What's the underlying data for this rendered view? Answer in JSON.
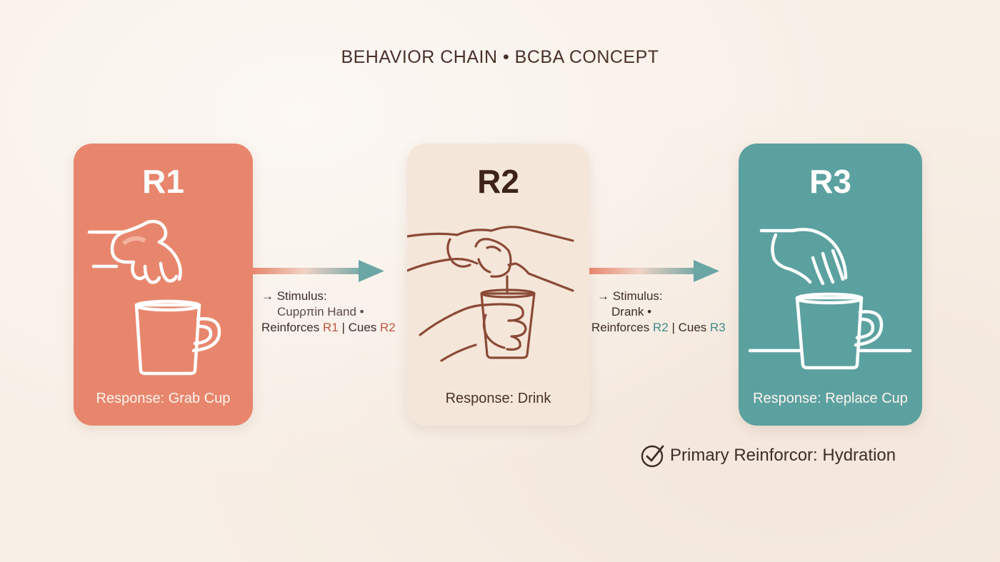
{
  "title": "BEHAVIOR CHAIN • BCBA CONCEPT",
  "cards": [
    {
      "label": "R1",
      "response": "Response: Grab Cup",
      "color": "#e8866d",
      "icon": "hand-grabbing-mug-icon"
    },
    {
      "label": "R2",
      "response": "Response: Drink",
      "color": "#f5e6da",
      "icon": "hands-holding-cup-icon"
    },
    {
      "label": "R3",
      "response": "Response: Replace Cup",
      "color": "#5ba1a0",
      "icon": "hand-placing-mug-icon"
    }
  ],
  "links": [
    {
      "stimulus": "→ Stimulus:",
      "detail": "Cupρπin Hand •",
      "reinforces_prefix": "Reinforces ",
      "reinforces": "R1",
      "cues_prefix": " | Cues ",
      "cues": "R2"
    },
    {
      "stimulus": "→ Stimulus:",
      "detail": "Drank •",
      "reinforces_prefix": "Reinforces ",
      "reinforces": "R2",
      "cues_prefix": " | Cues ",
      "cues": "R3"
    }
  ],
  "footer": {
    "icon": "check-circle-icon",
    "text": "Primary Reinforcor: Hydration"
  },
  "colors": {
    "background": "#f8efe6",
    "coral": "#e8866d",
    "teal": "#5ba1a0",
    "cream": "#f5e6da",
    "text": "#4a3128"
  }
}
